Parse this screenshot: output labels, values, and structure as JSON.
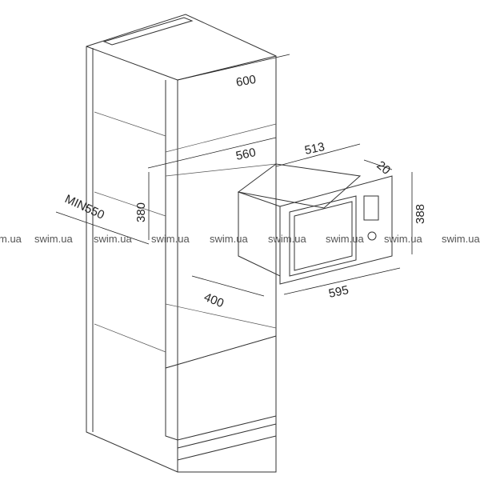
{
  "dimensions": {
    "cabinet_depth": "600",
    "niche_depth": "560",
    "appliance_depth": "513",
    "frame_depth": "20",
    "appliance_height": "388",
    "niche_height": "380",
    "min_width": "MIN550",
    "niche_side_depth": "400",
    "appliance_width": "595"
  },
  "watermark": {
    "text": "swim.ua",
    "partial": "m.ua"
  }
}
